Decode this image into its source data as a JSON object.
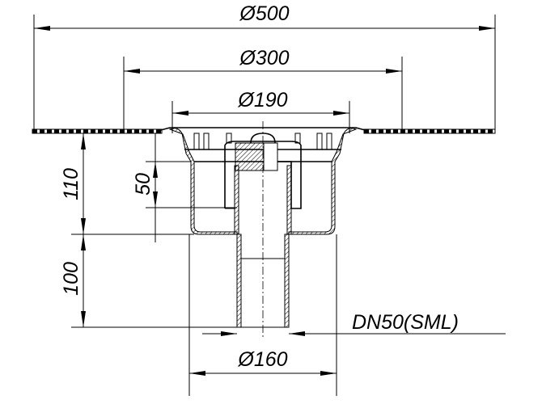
{
  "drawing": {
    "dimensions": {
      "outer_diameter": "Ø500",
      "flange_diameter": "Ø300",
      "grate_diameter": "Ø190",
      "body_diameter": "Ø160",
      "total_height_body": "110",
      "insert_height": "50",
      "outlet_length": "100",
      "outlet_spec": "DN50(SML)"
    },
    "colors": {
      "line": "#000000",
      "background": "#ffffff"
    }
  }
}
